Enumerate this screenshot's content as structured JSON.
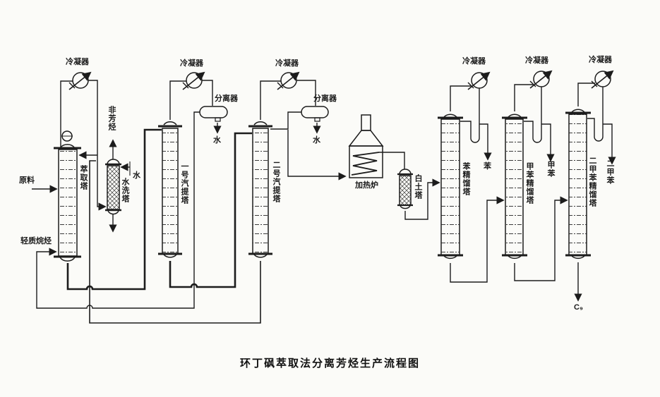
{
  "caption": "环丁砜萃取法分离芳烃生产流程图",
  "equipment": {
    "extraction_tower": "萃取塔",
    "water_wash_tower": "水洗塔",
    "stripper_1": "一号汽提塔",
    "stripper_2": "二号汽提塔",
    "heating_furnace": "加热炉",
    "clay_tower": "白土塔",
    "benzene_tower": "苯精馏塔",
    "toluene_tower": "甲苯精馏塔",
    "xylene_tower": "二甲苯精馏塔",
    "condenser": "冷凝器",
    "separator": "分离器"
  },
  "streams": {
    "feed": "原料",
    "light_paraffins": "轻质烷烃",
    "non_aromatics": "非芳烃",
    "water": "水",
    "benzene": "苯",
    "toluene": "甲苯",
    "xylene": "二甲苯",
    "c9": "C₉"
  }
}
